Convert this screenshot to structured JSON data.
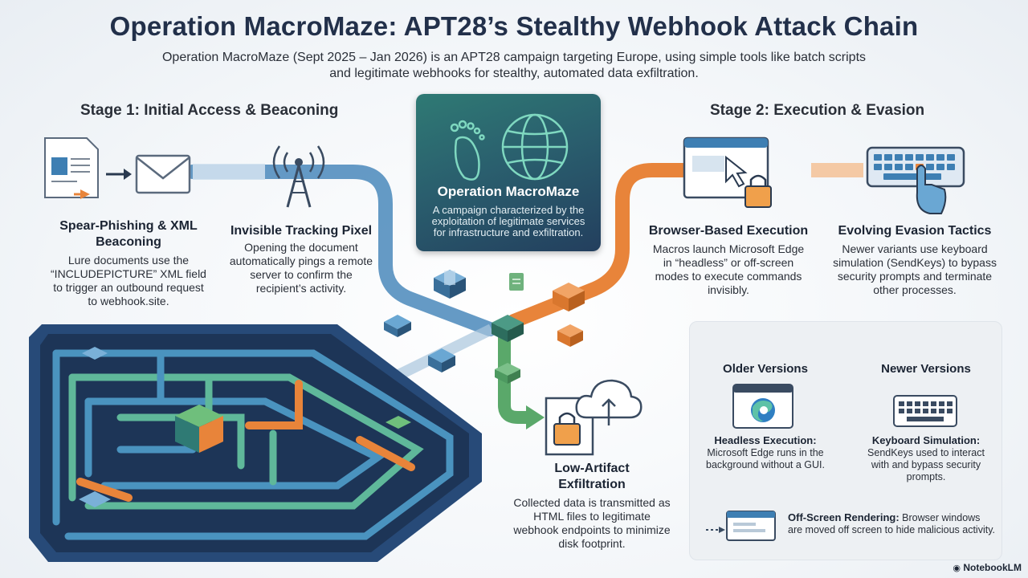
{
  "header": {
    "title": "Operation MacroMaze: APT28’s Stealthy Webhook Attack Chain",
    "subtitle": "Operation MacroMaze (Sept 2025 – Jan 2026) is an APT28 campaign targeting Europe, using simple tools like batch scripts and legitimate webhooks for stealthy, automated data exfiltration."
  },
  "stage1": {
    "title": "Stage 1: Initial Access & Beaconing",
    "spear": {
      "head": "Spear-Phishing & XML Beaconing",
      "body": "Lure documents use the “INCLUDEPICTURE” XML field to trigger an outbound request to webhook.site."
    },
    "pixel": {
      "head": "Invisible Tracking Pixel",
      "body": "Opening the document automatically pings a remote server to confirm the recipient’s activity."
    }
  },
  "center": {
    "title": "Operation MacroMaze",
    "desc": "A campaign characterized by the exploitation of legitimate services for infrastructure and exfiltration."
  },
  "stage2": {
    "title": "Stage 2: Execution & Evasion",
    "browser": {
      "head": "Browser-Based Execution",
      "body": "Macros launch Microsoft Edge in “headless” or off-screen modes to execute commands invisibly."
    },
    "evasion": {
      "head": "Evolving Evasion Tactics",
      "body": "Newer variants use keyboard simulation (SendKeys) to bypass security prompts and terminate other processes."
    }
  },
  "exfil": {
    "head": "Low-Artifact Exfiltration",
    "body": "Collected data is transmitted as HTML files to legitimate webhook endpoints to minimize disk footprint."
  },
  "versions": {
    "older": {
      "title": "Older Versions",
      "label": "Headless Execution:",
      "desc": "Microsoft Edge runs in the background without a GUI."
    },
    "newer": {
      "title": "Newer Versions",
      "label": "Keyboard Simulation:",
      "desc": "SendKeys used to interact with and bypass security prompts."
    },
    "offscreen": {
      "label": "Off-Screen Rendering:",
      "desc": "Browser windows are moved off screen to hide malicious activity."
    }
  },
  "footer": {
    "brand": "NotebookLM"
  },
  "colors": {
    "blue": "#3e7fb3",
    "orange": "#e8843a",
    "green": "#5aa86a",
    "navy": "#22304a"
  },
  "icons": [
    "document-icon",
    "envelope-icon",
    "radio-tower-icon",
    "footprint-icon",
    "globe-icon",
    "browser-lock-icon",
    "keyboard-hand-icon",
    "cloud-upload-icon",
    "file-lock-icon",
    "edge-browser-icon",
    "keyboard-icon",
    "offscreen-window-icon",
    "maze-icon"
  ]
}
